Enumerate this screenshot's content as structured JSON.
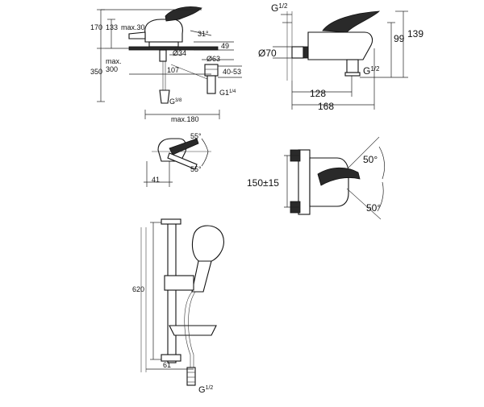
{
  "drawing": {
    "basin_mixer": {
      "dims": {
        "d170": "170",
        "d133": "133",
        "dmax30": "max.30",
        "dmax300a": "max.",
        "dmax300b": "300",
        "d350": "350",
        "d31deg": "31°",
        "d49": "49",
        "dphi34": "Ø34",
        "dphi63": "Ø63",
        "d107": "107",
        "d4053": "40-53",
        "dg3a": "G",
        "dg3b": "3/8",
        "dg114a": "G1",
        "dg114b": "1/4",
        "dmax180": "max.180"
      }
    },
    "bath_mixer": {
      "dims": {
        "dg12top_a": "G",
        "dg12top_b": "1/2",
        "d139": "139",
        "d99": "99",
        "dphi70": "Ø70",
        "dg12spout_a": "G",
        "dg12spout_b": "1/2",
        "d128": "128",
        "d168": "168"
      }
    },
    "lever_angles": {
      "dims": {
        "d55top": "55°",
        "d55bot": "55°",
        "d41": "41"
      }
    },
    "wall_mixer": {
      "dims": {
        "d15015": "150±15",
        "d50top": "50°",
        "d50bot": "50°"
      }
    },
    "shower_set": {
      "dims": {
        "d620": "620",
        "d61": "61",
        "dg12a": "G",
        "dg12b": "1/2"
      }
    }
  }
}
